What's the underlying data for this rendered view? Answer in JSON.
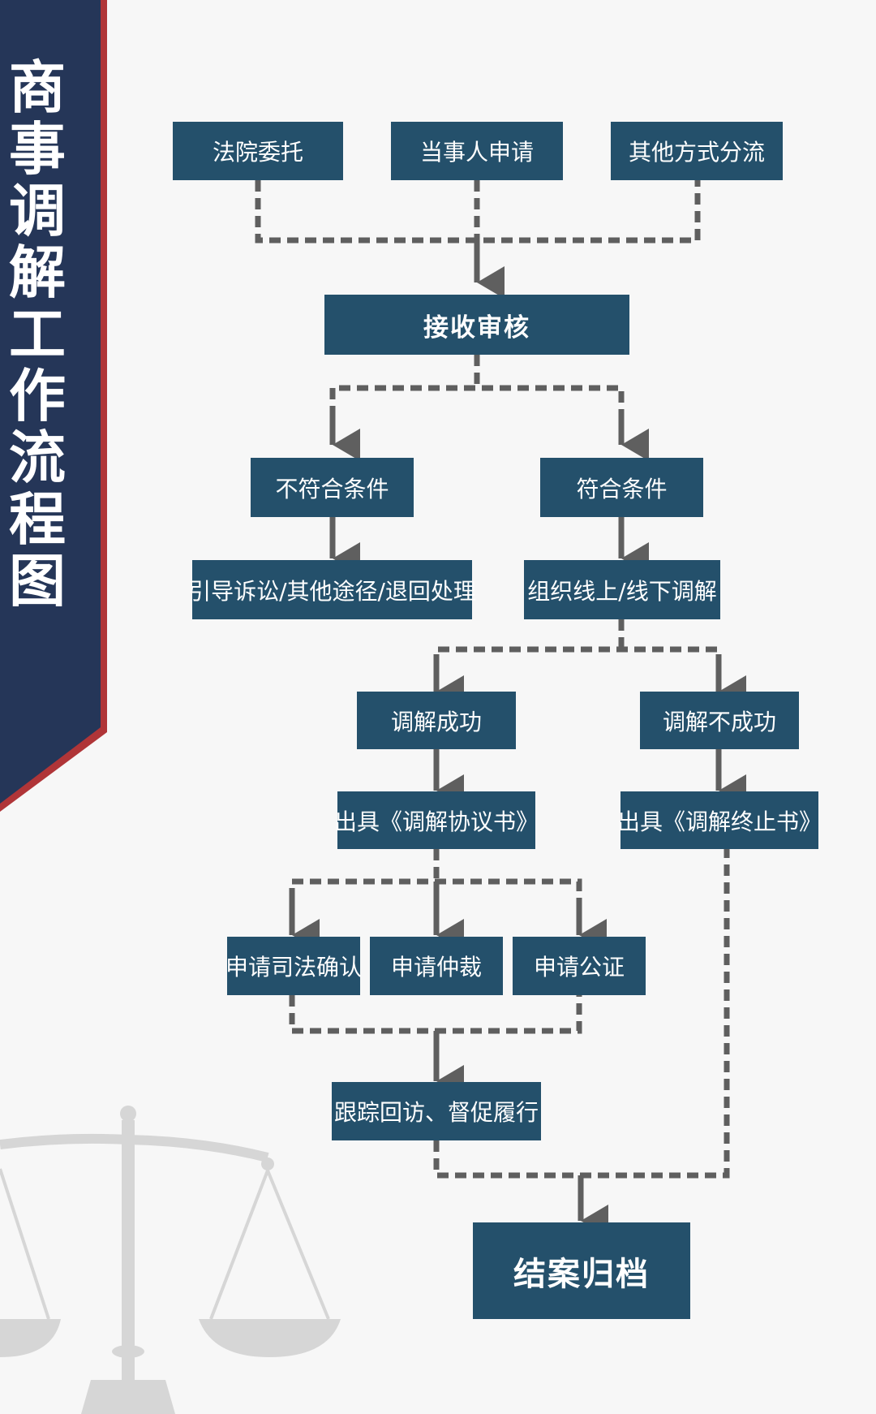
{
  "banner": {
    "title_chars": [
      "商",
      "事",
      "调",
      "解",
      "工",
      "作",
      "流",
      "程",
      "图"
    ],
    "colors": {
      "navy": "#253658",
      "red": "#b03538"
    }
  },
  "nodes": {
    "court_entrust": "法院委托",
    "party_apply": "当事人申请",
    "other_diversion": "其他方式分流",
    "review": "接收审核",
    "not_qualified": "不符合条件",
    "qualified": "符合条件",
    "guide_litigation": "引导诉讼/其他途径/退回处理",
    "organize_mediation": "组织线上/线下调解",
    "mediation_success": "调解成功",
    "mediation_fail": "调解不成功",
    "issue_agreement": "出具《调解协议书》",
    "issue_termination": "出具《调解终止书》",
    "judicial_confirm": "申请司法确认",
    "arbitration": "申请仲裁",
    "notarization": "申请公证",
    "followup": "跟踪回访、督促履行",
    "archive": "结案归档"
  },
  "colors": {
    "node": "#24506b",
    "connector": "#5f5f5f",
    "scale": "#d6d6d6"
  }
}
